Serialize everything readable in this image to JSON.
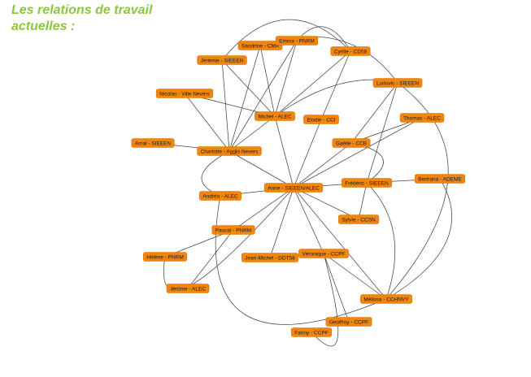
{
  "title": {
    "line1": "Les relations de travail",
    "line2": "actuelles :"
  },
  "node_color": "#f0860e",
  "nodes": [
    {
      "id": "sandrine",
      "label": "Sandrine - CMA"
    },
    {
      "id": "emma",
      "label": "Emma - PNRM"
    },
    {
      "id": "cyrille",
      "label": "Cyrille - CD58"
    },
    {
      "id": "jeremie",
      "label": "Jérémie - SIEEEN"
    },
    {
      "id": "ludovic",
      "label": "Ludovic - SIEEEN"
    },
    {
      "id": "nicolas",
      "label": "Nicolas - Ville Nevers"
    },
    {
      "id": "michel",
      "label": "Michel - ALEC"
    },
    {
      "id": "elodie",
      "label": "Elodie - CCI"
    },
    {
      "id": "thomas",
      "label": "Thomas - ALEC"
    },
    {
      "id": "amal",
      "label": "Amal - SIEEEN"
    },
    {
      "id": "charlotte",
      "label": "Charlotte - Agglo Nevers"
    },
    {
      "id": "gaelle",
      "label": "Gaëlle - CCB"
    },
    {
      "id": "bertrand",
      "label": "Bertrand - ADEME"
    },
    {
      "id": "anne",
      "label": "Anne - SIEEEN/ALEC"
    },
    {
      "id": "frederic",
      "label": "Frédéric - SIEEEN"
    },
    {
      "id": "andrea",
      "label": "Andréa - ALEC"
    },
    {
      "id": "sylvie",
      "label": "Sylvie - CCSN"
    },
    {
      "id": "pascal",
      "label": "Pascal - PNRM"
    },
    {
      "id": "helene",
      "label": "Hélène - PNRM"
    },
    {
      "id": "jeanmichel",
      "label": "Jean-Michel - DDT58"
    },
    {
      "id": "veronique",
      "label": "Véronique - CCPF"
    },
    {
      "id": "jerome",
      "label": "Jérôme - ALEC"
    },
    {
      "id": "melissa",
      "label": "Mélissa - CCHNVY"
    },
    {
      "id": "geoffroy",
      "label": "Geoffroy - CCPF"
    },
    {
      "id": "fanny",
      "label": "Fanny - CCPF"
    }
  ],
  "edges": [
    [
      "anne",
      "michel"
    ],
    [
      "anne",
      "elodie"
    ],
    [
      "anne",
      "gaelle"
    ],
    [
      "anne",
      "frederic"
    ],
    [
      "anne",
      "sylvie"
    ],
    [
      "anne",
      "andrea"
    ],
    [
      "anne",
      "charlotte"
    ],
    [
      "anne",
      "pascal"
    ],
    [
      "anne",
      "jeanmichel"
    ],
    [
      "anne",
      "veronique"
    ],
    [
      "anne",
      "melissa"
    ],
    [
      "anne",
      "thomas"
    ],
    [
      "anne",
      "helene"
    ],
    [
      "michel",
      "sandrine"
    ],
    [
      "michel",
      "emma"
    ],
    [
      "michel",
      "cyrille"
    ],
    [
      "michel",
      "jeremie"
    ],
    [
      "michel",
      "nicolas"
    ],
    [
      "michel",
      "ludovic"
    ],
    [
      "michel",
      "charlotte"
    ],
    [
      "charlotte",
      "amal"
    ],
    [
      "charlotte",
      "nicolas"
    ],
    [
      "charlotte",
      "jeremie"
    ],
    [
      "charlotte",
      "sandrine"
    ],
    [
      "charlotte",
      "emma"
    ],
    [
      "charlotte",
      "andrea"
    ],
    [
      "elodie",
      "cyrille"
    ],
    [
      "gaelle",
      "ludovic"
    ],
    [
      "gaelle",
      "thomas"
    ],
    [
      "gaelle",
      "frederic"
    ],
    [
      "frederic",
      "ludovic"
    ],
    [
      "frederic",
      "bertrand"
    ],
    [
      "frederic",
      "sylvie"
    ],
    [
      "frederic",
      "melissa"
    ],
    [
      "pascal",
      "jerome"
    ],
    [
      "pascal",
      "helene"
    ],
    [
      "veronique",
      "melissa"
    ],
    [
      "veronique",
      "geoffroy"
    ],
    [
      "veronique",
      "fanny"
    ],
    [
      "melissa",
      "bertrand"
    ],
    [
      "melissa",
      "ludovic"
    ],
    [
      "melissa",
      "andrea"
    ],
    [
      "jeremie",
      "cyrille"
    ],
    [
      "sandrine",
      "ludovic"
    ],
    [
      "emma",
      "cyrille"
    ]
  ]
}
